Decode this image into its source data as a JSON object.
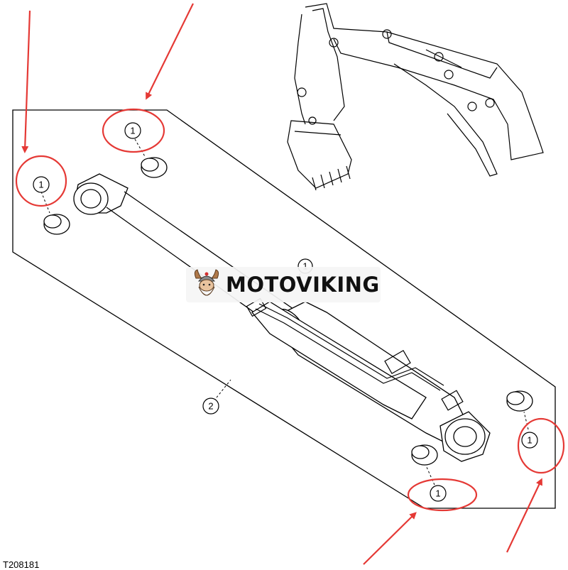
{
  "callouts": {
    "bushing_top_left": "1",
    "bushing_top": "1",
    "bushing_right": "1",
    "bushing_bottom": "1",
    "center": "1",
    "cylinder_assembly": "2"
  },
  "watermark": {
    "brand": "MOTOVIKING",
    "logo_icon": "viking-head-icon"
  },
  "figure_id": "T208181",
  "colors": {
    "line": "#000000",
    "highlight": "#e53935",
    "background": "#ffffff"
  }
}
